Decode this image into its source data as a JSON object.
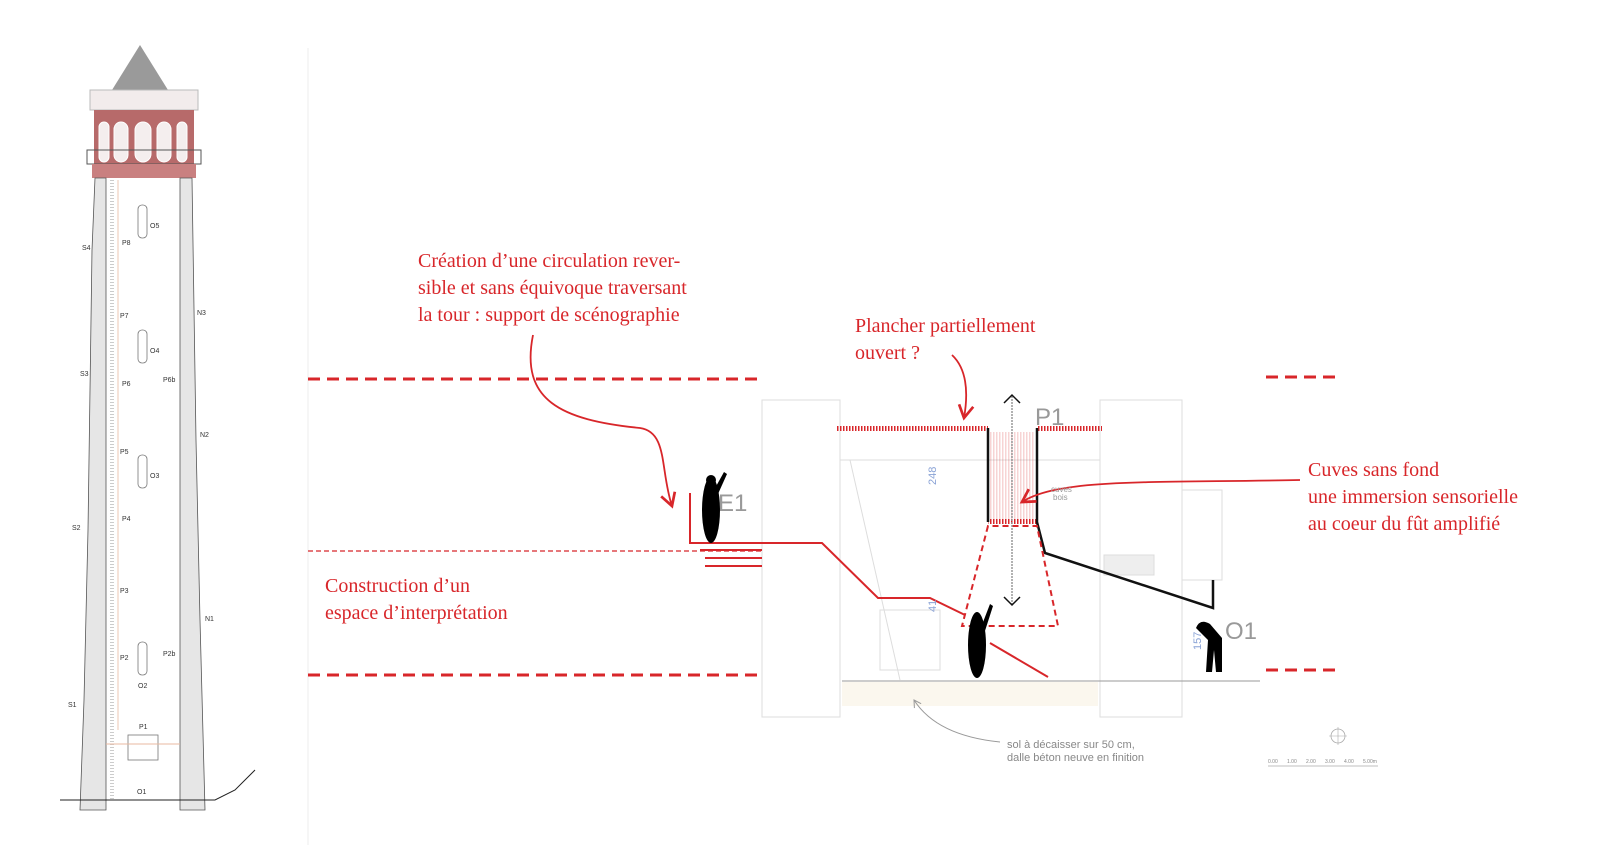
{
  "colors": {
    "annotation": "#d8262a",
    "wall": "#e6e6e6",
    "figure": "#000000"
  },
  "tower": {
    "labels": {
      "P1": "P1",
      "P2": "P2",
      "P2b": "P2b",
      "P3": "P3",
      "P4": "P4",
      "P5": "P5",
      "P6": "P6",
      "P6b": "P6b",
      "P7": "P7",
      "P8": "P8",
      "O1": "O1",
      "O2": "O2",
      "O3": "O3",
      "O4": "O4",
      "O5": "O5",
      "S1": "S1",
      "S2": "S2",
      "S3": "S3",
      "S4": "S4",
      "N1": "N1",
      "N2": "N2",
      "N3": "N3"
    }
  },
  "annotations": {
    "circulation": [
      "Création d’une circulation rever-",
      "sible et sans équivoque traversant",
      "la tour : support de scénographie"
    ],
    "plancher": [
      "Plancher partiellement",
      "ouvert ?"
    ],
    "cuves": [
      "Cuves sans fond",
      "une immersion sensorielle",
      "au coeur du fût amplifié"
    ],
    "construction": [
      "Construction d’un",
      "espace d’interprétation"
    ]
  },
  "section": {
    "labels": {
      "E1": "E1",
      "P1": "P1",
      "O1": "O1"
    },
    "dims": {
      "d248": "248",
      "d41": "41",
      "d157": "157"
    },
    "cuves_bois": [
      "cuves",
      "bois"
    ],
    "caption": [
      "sol à décaisser sur 50 cm,",
      "dalle béton neuve en finition"
    ],
    "scale": [
      "0.00",
      "1.00",
      "2.00",
      "3.00",
      "4.00",
      "5.00m"
    ]
  }
}
